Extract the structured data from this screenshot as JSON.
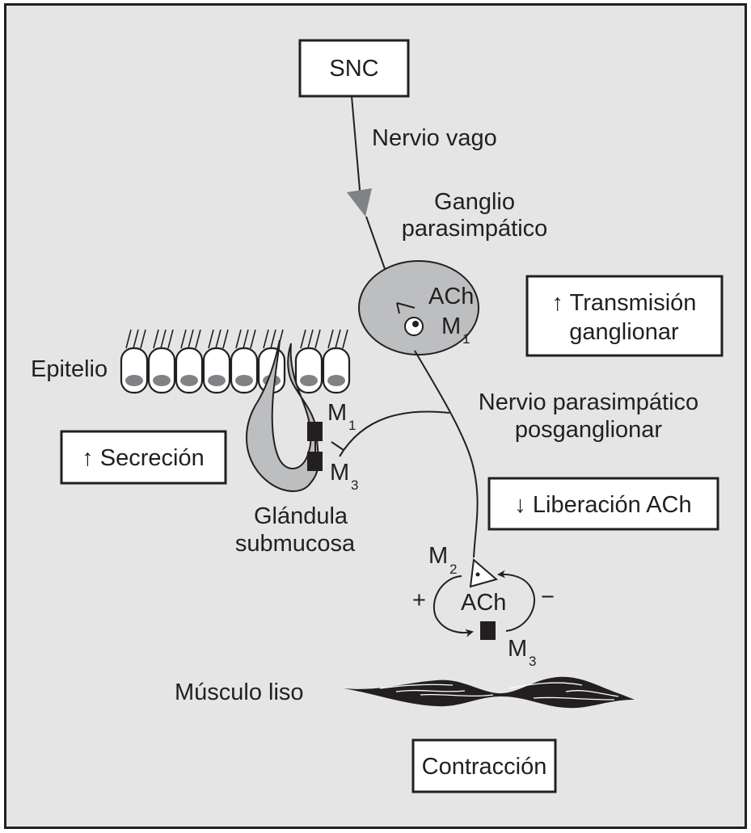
{
  "diagram": {
    "boxes": {
      "snc": "SNC",
      "transmision_line1": "↑ Transmisión",
      "transmision_line2": "ganglionar",
      "secrecion": "↑ Secreción",
      "liberacion": "↓ Liberación ACh",
      "contraccion": "Contracción"
    },
    "labels": {
      "nervio_vago": "Nervio vago",
      "ganglio_line1": "Ganglio",
      "ganglio_line2": "parasimpático",
      "ach_ganglion": "ACh",
      "m1_ganglion": "M",
      "m1_ganglion_sub": "1",
      "epitelio": "Epitelio",
      "nervio_post_line1": "Nervio parasimpático",
      "nervio_post_line2": "posganglionar",
      "m1_gland": "M",
      "m1_gland_sub": "1",
      "m3_gland": "M",
      "m3_gland_sub": "3",
      "glandula_line1": "Glándula",
      "glandula_line2": "submucosa",
      "m2_terminal": "M",
      "m2_terminal_sub": "2",
      "ach_terminal": "ACh",
      "plus": "+",
      "minus": "−",
      "m3_muscle": "M",
      "m3_muscle_sub": "3",
      "musculo_liso": "Músculo liso"
    },
    "colors": {
      "background": "#e5e5e5",
      "ink": "#231f20",
      "ganglion_fill": "#bcbec0",
      "gland_fill": "#bcbec0",
      "nucleus_fill": "#808285",
      "vagus_arrow_fill": "#808285",
      "box_fill": "#ffffff"
    }
  }
}
